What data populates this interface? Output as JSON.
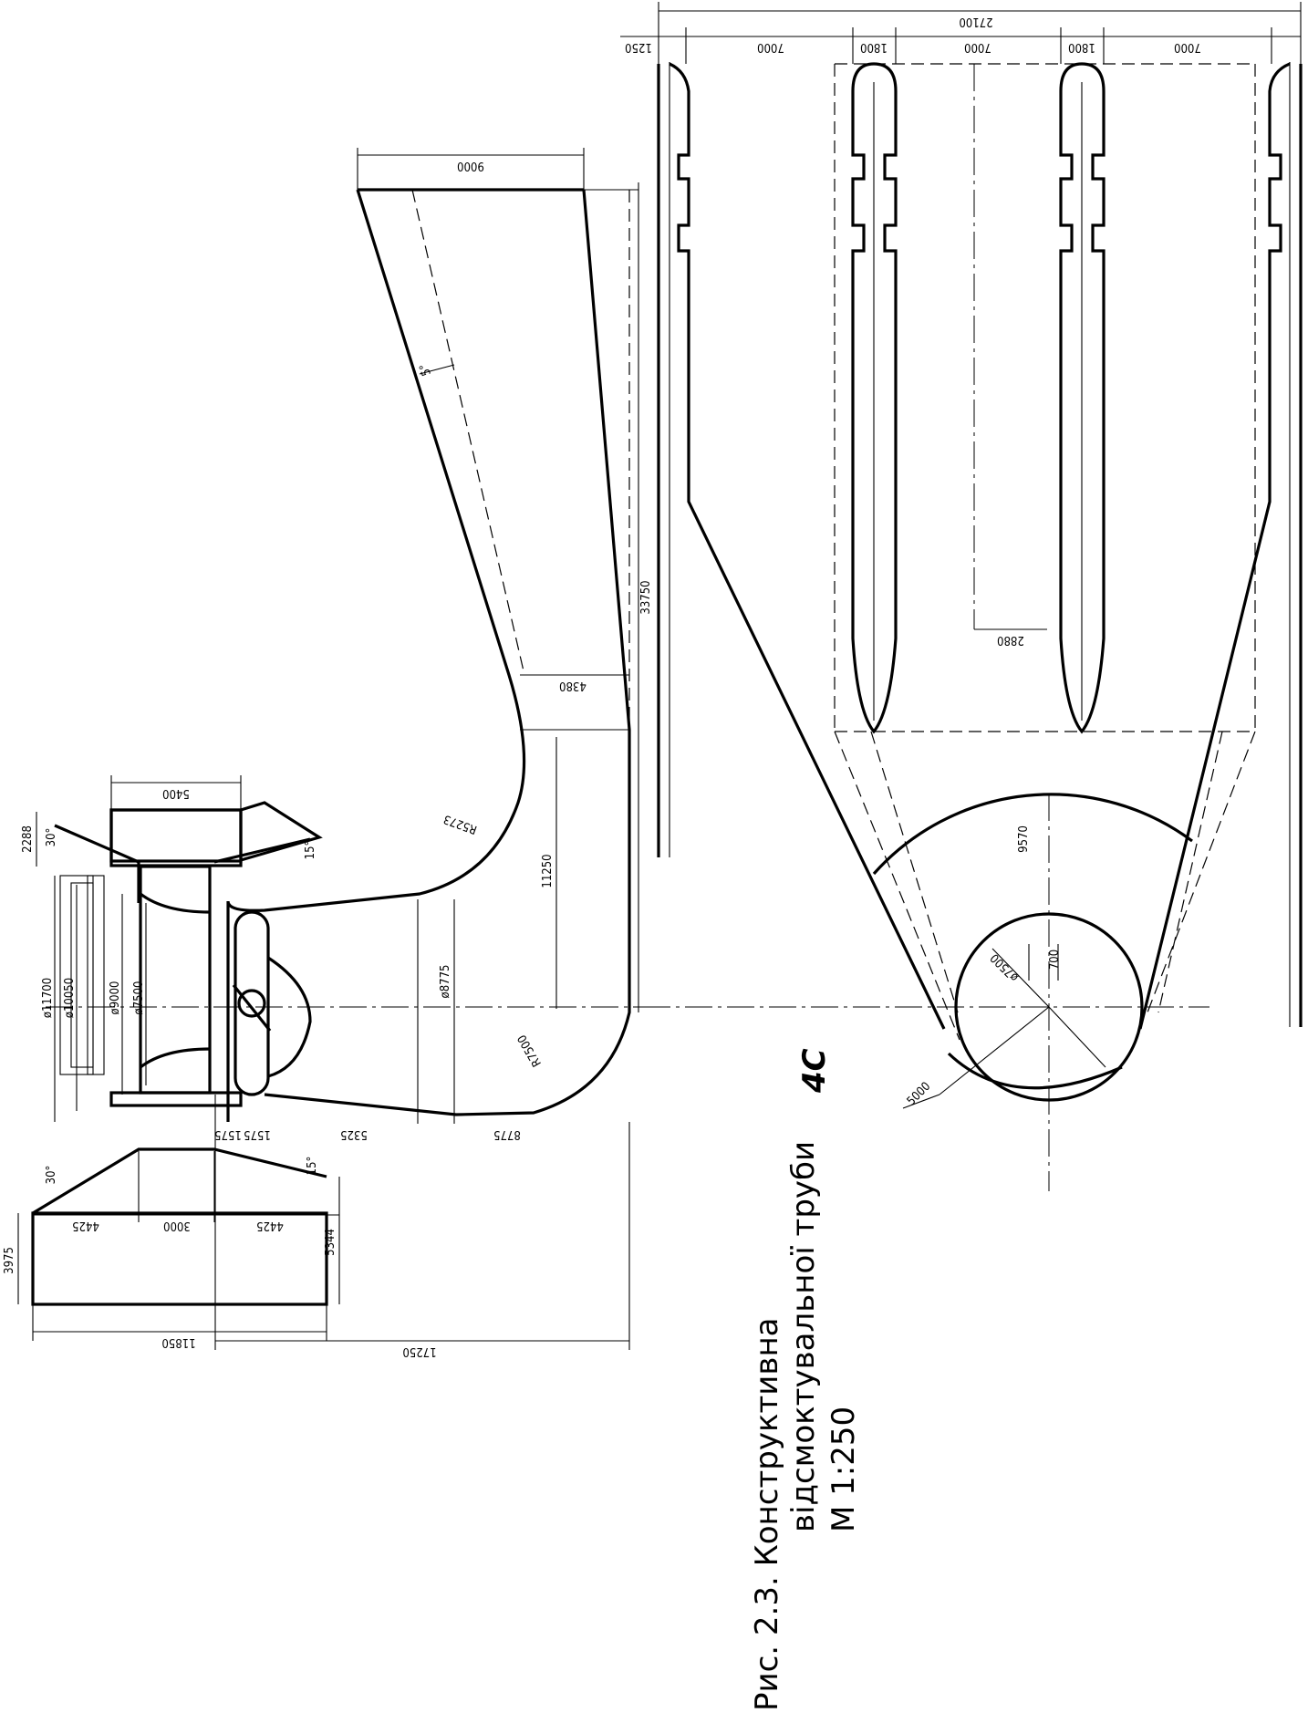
{
  "caption": {
    "line1": "Рис. 2.3. Конструктивна",
    "line2": "відсмоктувальної труби",
    "index": "4С",
    "scale": "М 1:250"
  },
  "side_view": {
    "outlet_width": "9000",
    "cone_angle": "5°",
    "knee_section": "4380",
    "total_height": "33750",
    "radius_upper": "R5273",
    "knee_height": "11250",
    "radius_lower": "R7500",
    "inlet_diameter": "ø8775",
    "runner_block_width": "5400",
    "top_offset": "2288",
    "angle_upper_left": "30°",
    "angle_upper_right": "15°",
    "angle_lower_left": "30°",
    "angle_lower_right": "15°",
    "dia_11700": "ø11700",
    "dia_10050": "ø10050",
    "dia_9000": "ø9000",
    "dia_7500": "ø7500",
    "dim_1575a": "1575",
    "dim_1575b": "1575",
    "dim_5325": "5325",
    "dim_8775": "8775",
    "dim_4425a": "4425",
    "dim_3000": "3000",
    "dim_4425b": "4425",
    "dim_3975": "3975",
    "dim_5344": "5344",
    "dim_11850": "11850",
    "dim_17250": "17250"
  },
  "plan_view": {
    "overall_width": "27100",
    "pier_edge": "1250",
    "bay_left": "7000",
    "pier_left": "1800",
    "bay_middle": "7000",
    "pier_right": "1800",
    "bay_right": "7000",
    "pier_nose": "2880",
    "cone_radius": "9570",
    "inlet_diameter": "ø7500",
    "offset": "700",
    "outer_radius": "5000"
  }
}
